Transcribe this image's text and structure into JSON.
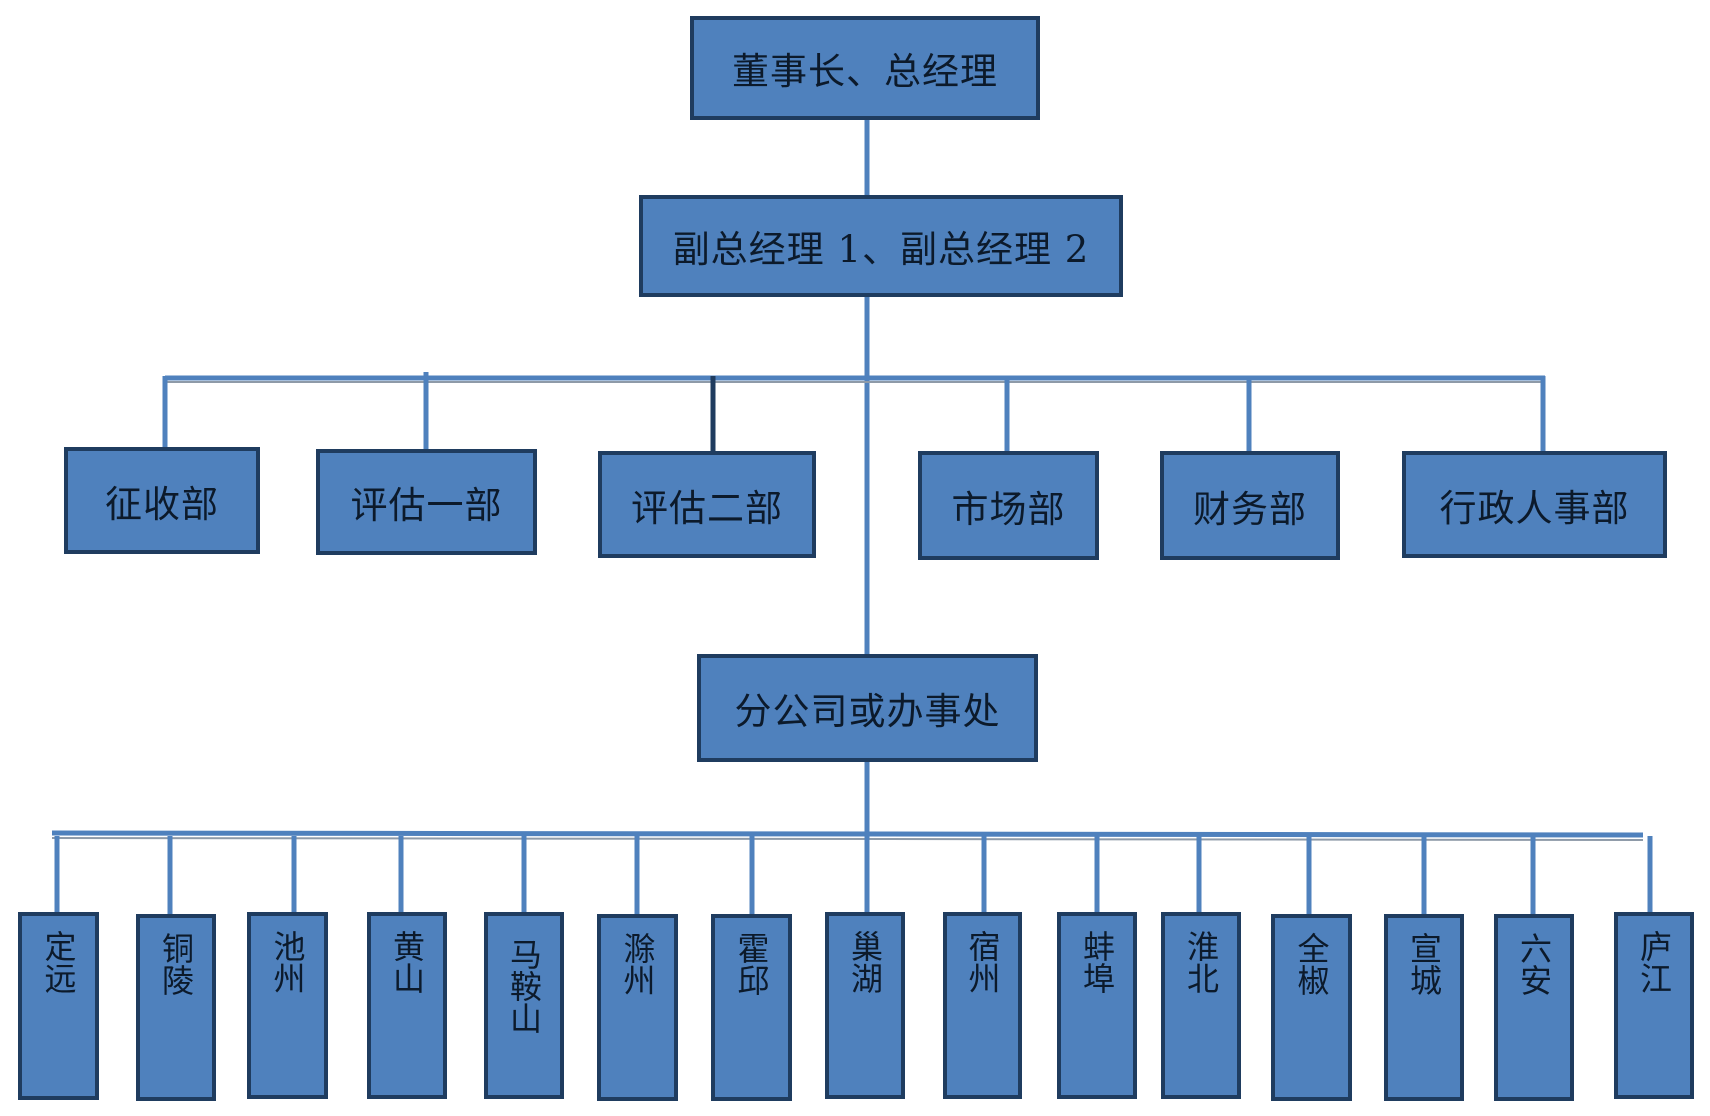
{
  "colors": {
    "box_fill": "#4f81bd",
    "box_border": "#1f3c5f",
    "line": "#4f81bd",
    "bar": "#8e9aa8"
  },
  "top": {
    "label": "董事长、总经理"
  },
  "vice": {
    "label": "副总经理 1、副总经理 2"
  },
  "departments": [
    {
      "label": "征收部"
    },
    {
      "label": "评估一部"
    },
    {
      "label": "评估二部"
    },
    {
      "label": "市场部"
    },
    {
      "label": "财务部"
    },
    {
      "label": "行政人事部"
    }
  ],
  "branch_office": {
    "label": "分公司或办事处"
  },
  "branches": [
    {
      "label": "定远"
    },
    {
      "label": "铜陵"
    },
    {
      "label": "池州"
    },
    {
      "label": "黄山"
    },
    {
      "label": "马鞍山"
    },
    {
      "label": "滁州"
    },
    {
      "label": "霍邱"
    },
    {
      "label": "巢湖"
    },
    {
      "label": "宿州"
    },
    {
      "label": "蚌埠"
    },
    {
      "label": "淮北"
    },
    {
      "label": "全椒"
    },
    {
      "label": "宣城"
    },
    {
      "label": "六安"
    },
    {
      "label": "庐江"
    }
  ]
}
